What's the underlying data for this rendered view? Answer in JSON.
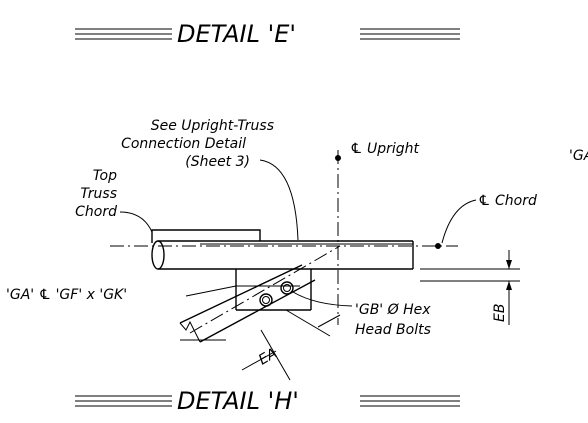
{
  "titles": {
    "top": "DETAIL 'E'",
    "bottom": "DETAIL 'H'"
  },
  "labels": {
    "see_upright_line1": "See Upright-Truss",
    "see_upright_line2": "Connection Detail",
    "see_upright_line3": "(Sheet 3)",
    "cl_upright": "℄ Upright",
    "cl_chord": "℄ Chord",
    "top_truss_line1": "Top",
    "top_truss_line2": "Truss",
    "top_truss_line3": "Chord",
    "plate_callout": "'GA' ℄ 'GF' x 'GK'",
    "bolts_line1": "'GB' Ø Hex",
    "bolts_line2": "Head Bolts",
    "dim_ea": "EA",
    "dim_eb": "EB",
    "cut_off_text": "'GA"
  }
}
